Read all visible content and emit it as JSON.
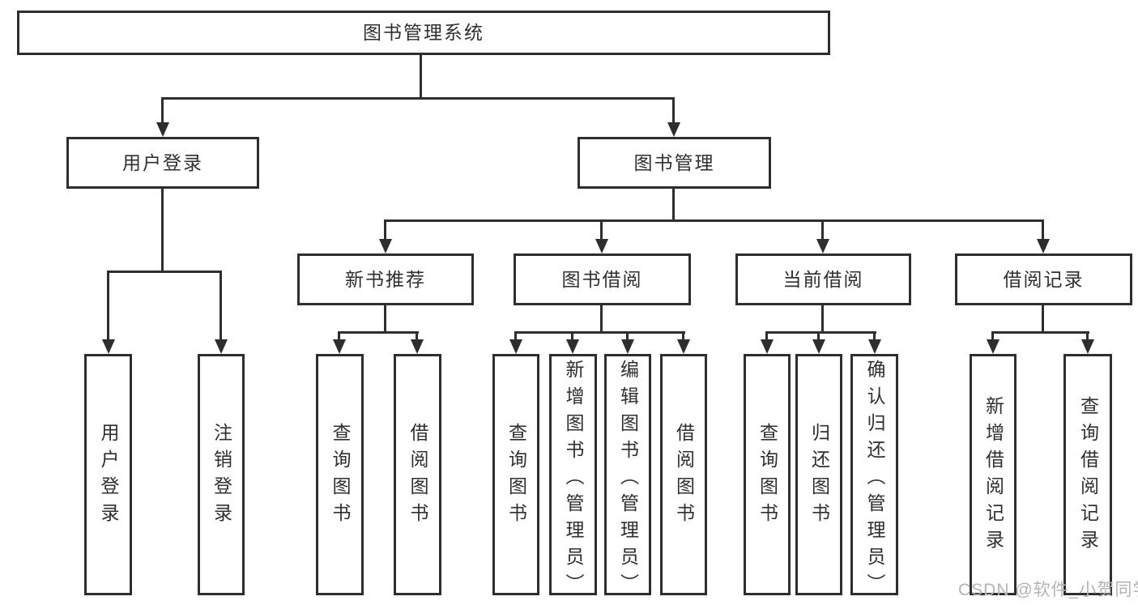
{
  "diagram": {
    "title": "图书管理系统",
    "root": {
      "label": "图书管理系统"
    },
    "branches": {
      "user_login": {
        "label": "用户登录",
        "children": [
          "用户登录",
          "注销登录"
        ]
      },
      "book_mgmt": {
        "label": "图书管理"
      }
    },
    "modules": [
      {
        "label": "新书推荐",
        "children": [
          "查询图书",
          "借阅图书"
        ]
      },
      {
        "label": "图书借阅",
        "children": [
          "查询图书",
          "新增图书（管理员）",
          "编辑图书（管理员）",
          "借阅图书"
        ]
      },
      {
        "label": "当前借阅",
        "children": [
          "查询图书",
          "归还图书",
          "确认归还（管理员）"
        ]
      },
      {
        "label": "借阅记录",
        "children": [
          "新增借阅记录",
          "查询借阅记录"
        ]
      }
    ]
  },
  "watermark": "CSDN @软件_小贺同学",
  "colors": {
    "line": "#2e2e2e",
    "text": "#2f2f2f",
    "background": "#ffffff",
    "watermark": "#b3b3b3"
  }
}
